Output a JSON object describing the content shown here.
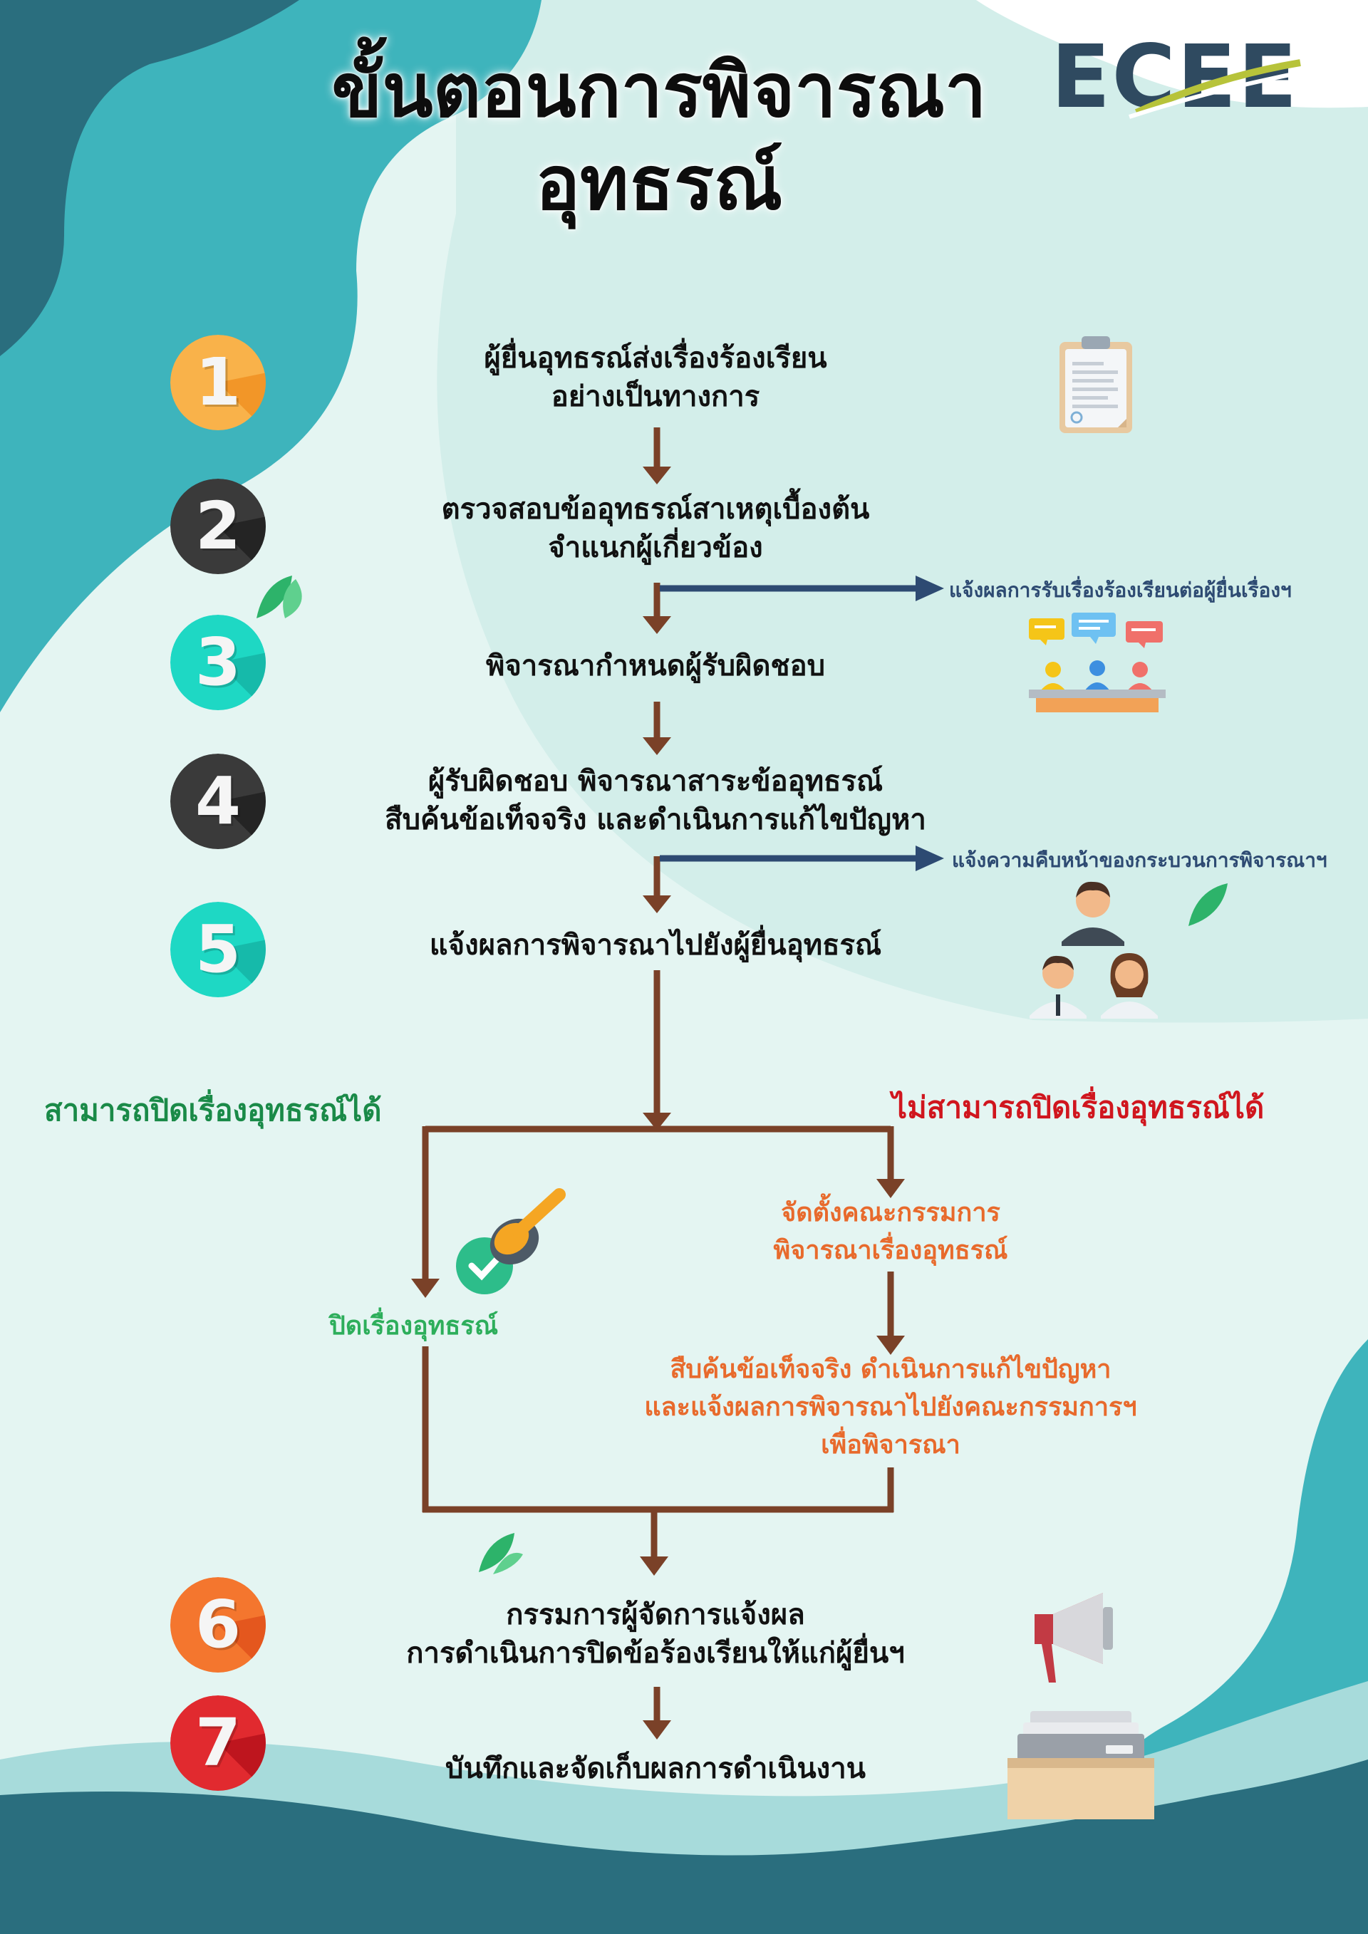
{
  "title": {
    "line1": "ขั้นตอนการพิจารณา",
    "line2": "อุทธรณ์"
  },
  "logo": {
    "text": "ECEE"
  },
  "colors": {
    "teal_dark": "#2a6e7e",
    "teal_light": "#3eb4bc",
    "arrow_brown": "#7a4128",
    "arrow_navy": "#2d4a72",
    "green": "#2dae5b",
    "orange": "#e86a2c",
    "red": "#d0161e"
  },
  "steps": [
    {
      "number": "1",
      "line1": "ผู้ยื่นอุทธรณ์ส่งเรื่องร้องเรียน",
      "line2": "อย่างเป็นทางการ",
      "badge": "#f39a2b",
      "icon": "clipboard-icon"
    },
    {
      "number": "2",
      "line1": "ตรวจสอบข้ออุทธรณ์สาเหตุเบื้องต้น",
      "line2": "จำแนกผู้เกี่ยวข้อง",
      "badge": "#2e2e2e",
      "icon": ""
    },
    {
      "number": "3",
      "line1": "พิจารณากำหนดผู้รับผิดชอบ",
      "line2": "",
      "badge": "#17c9b7",
      "icon": "meeting-icon"
    },
    {
      "number": "4",
      "line1": "ผู้รับผิดชอบ พิจารณาสาระข้ออุทธรณ์",
      "line2": "สืบค้นข้อเท็จจริง และดำเนินการแก้ไขปัญหา",
      "badge": "#2e2e2e",
      "icon": ""
    },
    {
      "number": "5",
      "line1": "แจ้งผลการพิจารณาไปยังผู้ยื่นอุทธรณ์",
      "line2": "",
      "badge": "#17c9b7",
      "icon": "people-icon"
    },
    {
      "number": "6",
      "line1": "กรรมการผู้จัดการแจ้งผล",
      "line2": "การดำเนินการปิดข้อร้องเรียนให้แก่ผู้ยื่นฯ",
      "badge": "#f06a24",
      "icon": "megaphone-icon"
    },
    {
      "number": "7",
      "line1": "บันทึกและจัดเก็บผลการดำเนินงาน",
      "line2": "",
      "badge": "#d0161e",
      "icon": "file-archive-icon"
    }
  ],
  "notes": {
    "receipt": "แจ้งผลการรับเรื่องร้องเรียนต่อผู้ยื่นเรื่องฯ",
    "progress": "แจ้งความคืบหน้าของกระบวนการพิจารณาฯ"
  },
  "branches": {
    "can_close": "สามารถปิดเรื่องอุทธรณ์ได้",
    "cannot_close": "ไม่สามารถปิดเรื่องอุทธรณ์ได้",
    "close_case": "ปิดเรื่องอุทธรณ์",
    "committee": {
      "line1": "จัดตั้งคณะกรรมการ",
      "line2": "พิจารณาเรื่องอุทธรณ์"
    },
    "investigate": {
      "line1": "สืบค้นข้อเท็จจริง ดำเนินการแก้ไขปัญหา",
      "line2": "และแจ้งผลการพิจารณาไปยังคณะกรรมการฯ",
      "line3": "เพื่อพิจารณา"
    }
  }
}
